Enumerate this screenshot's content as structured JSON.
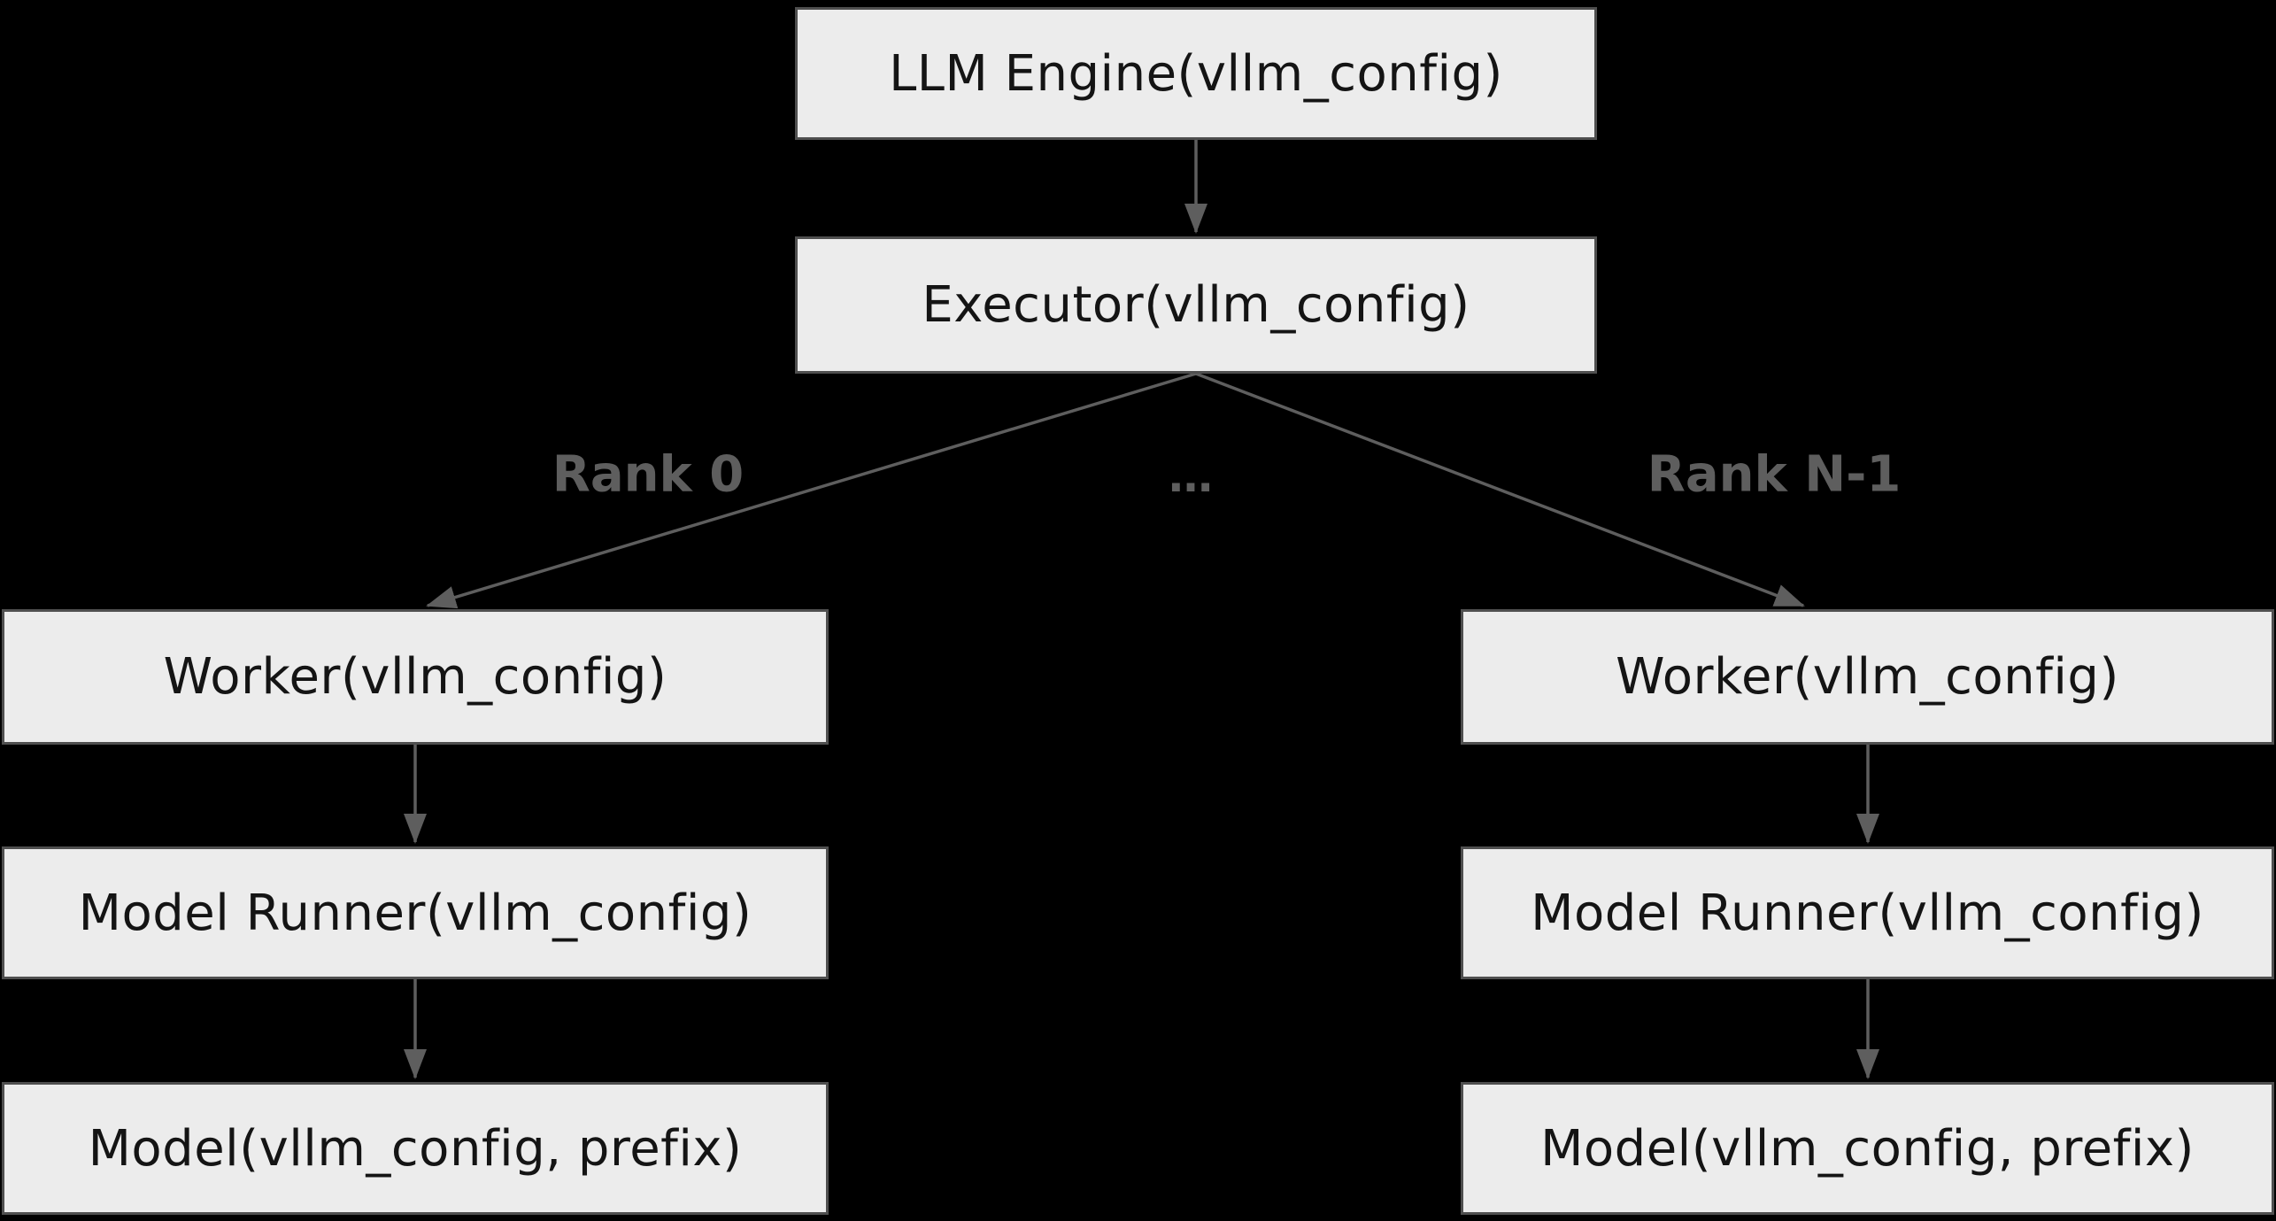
{
  "diagram": {
    "title": "vLLM engine-executor-worker architecture",
    "colors": {
      "background": "#000000",
      "node_fill": "#ececec",
      "node_border": "#4f4f4f",
      "node_text": "#141414",
      "edge": "#5e5e5e",
      "edge_label": "#5e5e5e"
    },
    "nodes": [
      {
        "id": "llm-engine",
        "label": "LLM Engine(vllm_config)"
      },
      {
        "id": "executor",
        "label": "Executor(vllm_config)"
      },
      {
        "id": "worker-0",
        "label": "Worker(vllm_config)"
      },
      {
        "id": "worker-n",
        "label": "Worker(vllm_config)"
      },
      {
        "id": "model-runner-0",
        "label": "Model Runner(vllm_config)"
      },
      {
        "id": "model-runner-n",
        "label": "Model Runner(vllm_config)"
      },
      {
        "id": "model-0",
        "label": "Model(vllm_config, prefix)"
      },
      {
        "id": "model-n",
        "label": "Model(vllm_config, prefix)"
      }
    ],
    "edge_labels": [
      {
        "id": "rank-0",
        "text": "Rank 0"
      },
      {
        "id": "ellipsis",
        "text": "…"
      },
      {
        "id": "rank-n-1",
        "text": "Rank N-1"
      }
    ],
    "edges": [
      {
        "from": "llm-engine",
        "to": "executor"
      },
      {
        "from": "executor",
        "to": "worker-0",
        "label": "Rank 0"
      },
      {
        "from": "executor",
        "to": "worker-n",
        "label": "Rank N-1"
      },
      {
        "from": "worker-0",
        "to": "model-runner-0"
      },
      {
        "from": "worker-n",
        "to": "model-runner-n"
      },
      {
        "from": "model-runner-0",
        "to": "model-0"
      },
      {
        "from": "model-runner-n",
        "to": "model-n"
      }
    ]
  }
}
